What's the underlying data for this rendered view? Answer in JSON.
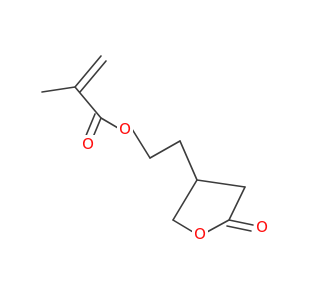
{
  "molecule": {
    "atoms": [
      {
        "id": "o_ester",
        "symbol": "O",
        "color": "#ff0d0d"
      },
      {
        "id": "o_carbonyl",
        "symbol": "O",
        "color": "#ff0d0d"
      },
      {
        "id": "o_ring",
        "symbol": "O",
        "color": "#ff0d0d"
      },
      {
        "id": "o_lactone",
        "symbol": "O",
        "color": "#ff0d0d"
      }
    ],
    "bond_color": "#3c3c3c"
  }
}
